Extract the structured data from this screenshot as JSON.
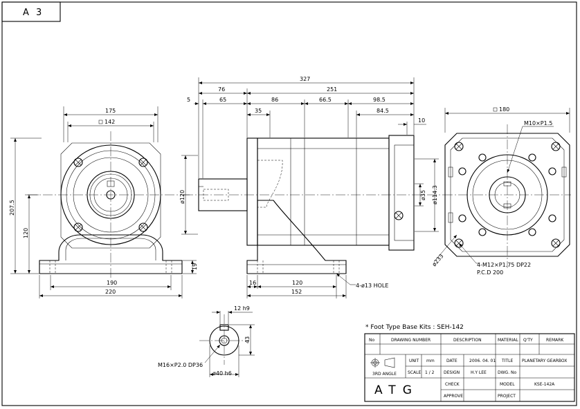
{
  "sheet": {
    "size_label": "A 3"
  },
  "front_view": {
    "dims": {
      "overall_width": "175",
      "square": "142",
      "height": "207.5",
      "center_height": "120",
      "base_inner": "190",
      "base_outer": "220",
      "foot_height": "19"
    }
  },
  "side_view": {
    "dims": {
      "total_length": "327",
      "d76": "76",
      "d251": "251",
      "d5": "5",
      "d65": "65",
      "d35": "35",
      "d86": "86",
      "d66_5": "66.5",
      "d98_5": "98.5",
      "d84_5": "84.5",
      "d10": "10",
      "dia120": "ø120",
      "dia35": "ø35",
      "dia114_3": "ø114.3",
      "d16": "16",
      "d120": "120",
      "d152": "152",
      "hole_note": "4-ø13 HOLE"
    }
  },
  "rear_view": {
    "dims": {
      "square": "180",
      "tap_top": "M10×P1.5",
      "dia233": "ø233",
      "tap_note": "4-M12×P1.75 DP22",
      "pcd": "P.C.D 200"
    }
  },
  "shaft_detail": {
    "dims": {
      "key": "12 h9",
      "height": "43",
      "tap": "M16×P2.0 DP36",
      "dia": "ø40 h6"
    }
  },
  "note": "* Foot Type Base Kits : SEH-142",
  "title_block": {
    "headers": {
      "no": "No",
      "drawing_number": "DRAWING NUMBER",
      "description": "DESCRIPTION",
      "material": "MATERIAL",
      "qty": "Q'TY",
      "remark": "REMARK"
    },
    "projection": "3RD ANGLE",
    "unit_label": "UNIT",
    "unit_value": "mm",
    "scale_label": "SCALE",
    "scale_value": "1 / 2",
    "logo": "ATG",
    "date_label": "DATE",
    "date_value": "2006. 04. 01",
    "design_label": "DESIGN",
    "design_value": "H.Y LEE",
    "check_label": "CHECK",
    "approve_label": "APPROVE",
    "title_label": "TITLE",
    "title_value": "PLANETARY GEARBOX",
    "dwg_label": "DWG. No",
    "model_label": "MODEL",
    "model_value": "KSE-142A",
    "project_label": "PROJECT"
  }
}
